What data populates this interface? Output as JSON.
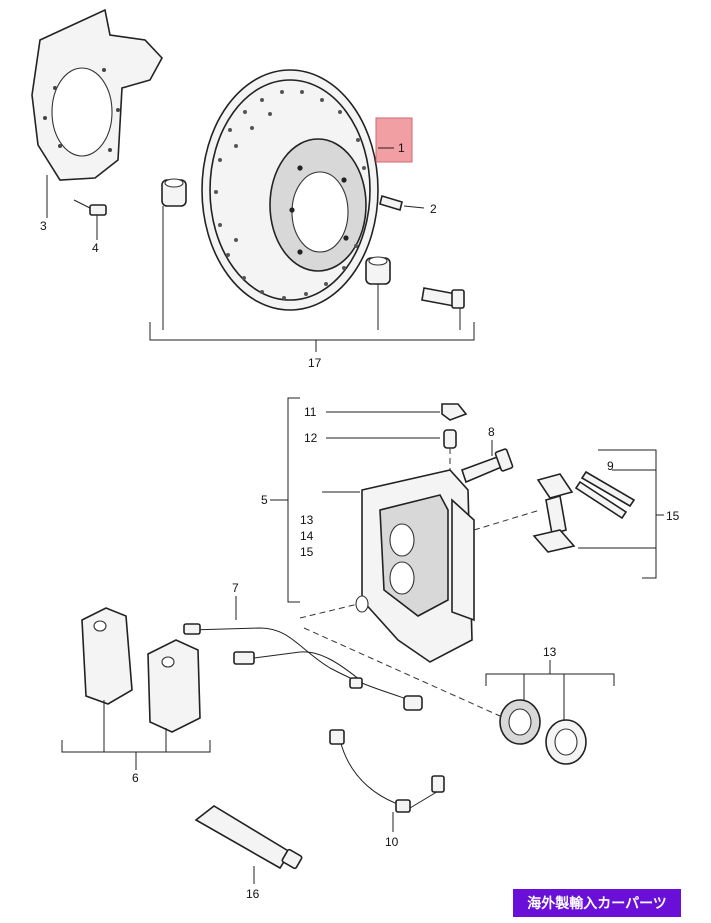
{
  "diagram": {
    "callouts": {
      "c1": "1",
      "c2": "2",
      "c3": "3",
      "c4": "4",
      "c5": "5",
      "c6": "6",
      "c7": "7",
      "c8": "8",
      "c9": "9",
      "c10": "10",
      "c11": "11",
      "c12": "12",
      "c13_list": "13",
      "c14_list": "14",
      "c15_list": "15",
      "c13_seal": "13",
      "c15_pins": "15",
      "c16": "16",
      "c17": "17"
    },
    "highlight_color": "#f08f95",
    "badge_color": "#6a0fd8"
  },
  "badge": {
    "text": "海外製輸入カーパーツ"
  }
}
